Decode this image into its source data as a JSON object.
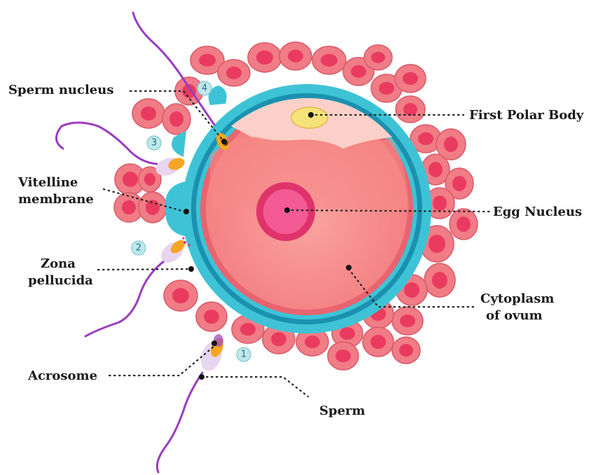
{
  "labels": {
    "sperm_nucleus": "Sperm nucleus",
    "first_polar_body": "First Polar Body",
    "vitelline_1": "Vitelline",
    "vitelline_2": "membrane",
    "egg_nucleus": "Egg Nucleus",
    "zona_1": "Zona",
    "zona_2": "pellucida",
    "cytoplasm_1": "Cytoplasm",
    "cytoplasm_2": "of ovum",
    "acrosome": "Acrosome",
    "sperm": "Sperm"
  },
  "stages": [
    "1",
    "2",
    "3",
    "4"
  ],
  "colors": {
    "zona": "#3ec3d6",
    "zona_dark": "#1b91b0",
    "cytoplasm": "#f47d7f",
    "cytoplasm_inner": "#f9a4a0",
    "polar_region": "#fbd0c8",
    "polar_body": "#f6e27a",
    "nucleus": "#e0336b",
    "nucleolus": "#f45b95",
    "follicle_cell": "#f07c86",
    "follicle_core": "#e93b60",
    "sperm_tail": "#9b3cc0",
    "acrosome": "#f6a623",
    "stage_badge": "#bfe8ec"
  }
}
